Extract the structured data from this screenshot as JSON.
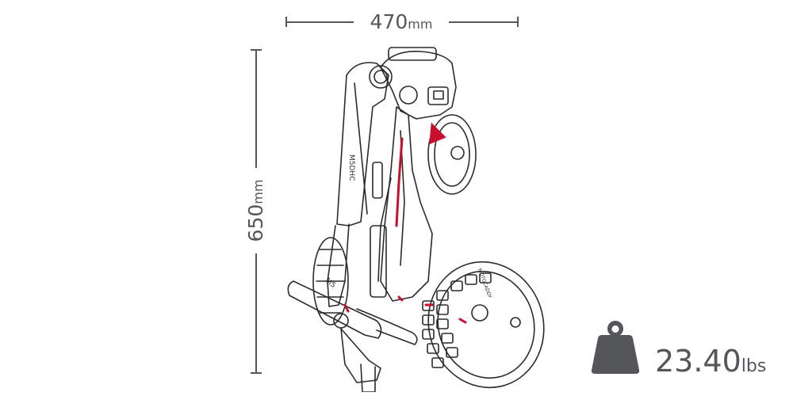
{
  "dimensions": {
    "width": {
      "value": "470",
      "unit": "mm"
    },
    "height": {
      "value": "650",
      "unit": "mm"
    }
  },
  "weight": {
    "value": "23.40",
    "unit": "lbs",
    "icon": "weight-icon"
  },
  "product": {
    "frame_mark": "M5DHC",
    "handle_mark": "M5",
    "wheel_mark": "MOTOCADDY",
    "accent_color": "#c8102e",
    "line_color": "#2b2b2b",
    "text_color": "#55565a"
  }
}
